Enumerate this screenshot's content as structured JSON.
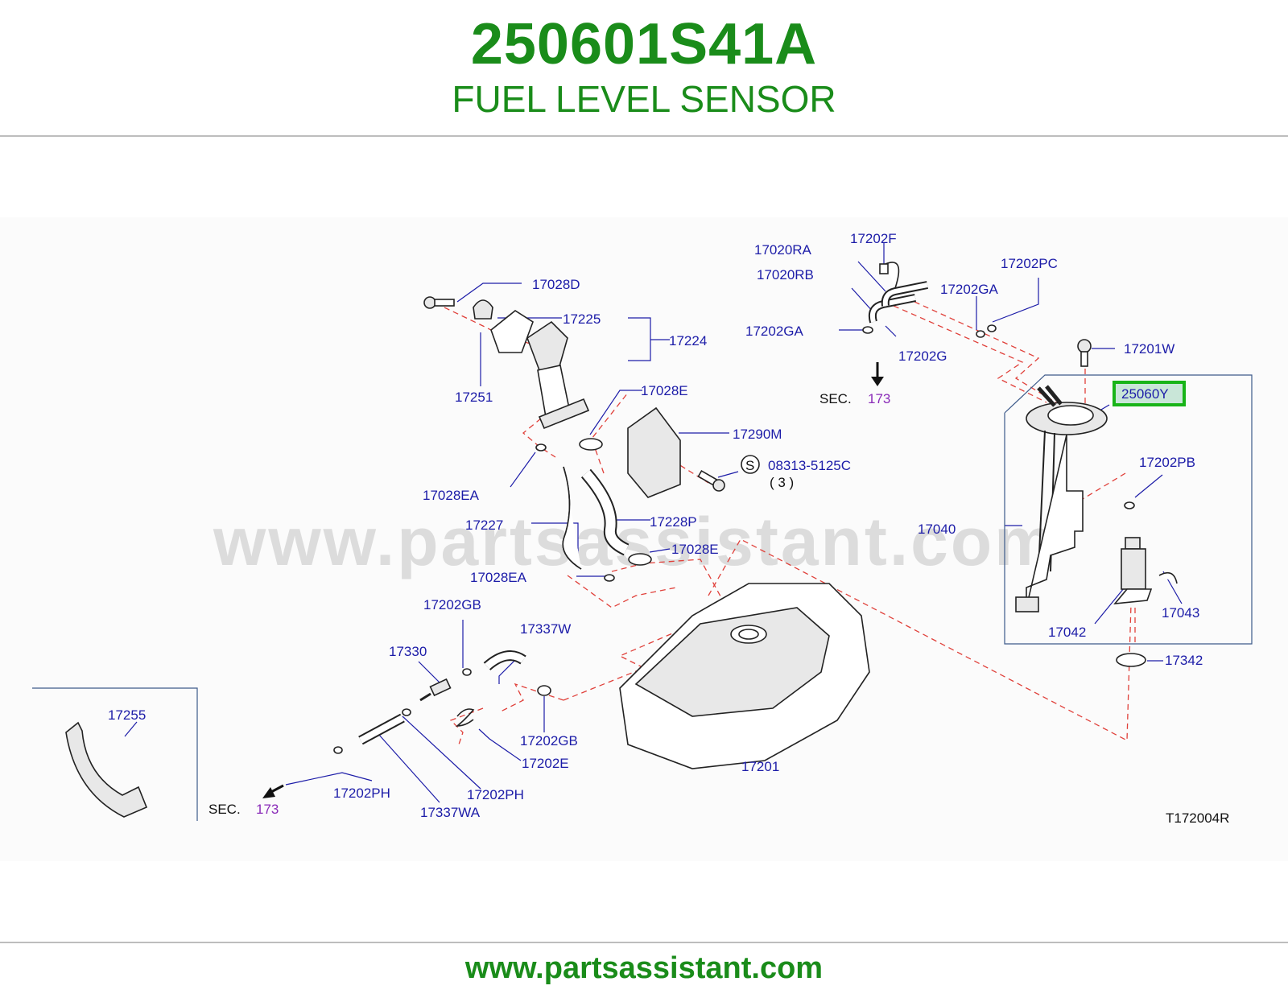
{
  "header": {
    "part_number": "250601S41A",
    "part_name": "FUEL LEVEL SENSOR"
  },
  "footer": {
    "url": "www.partsassistant.com"
  },
  "diagram": {
    "watermark": "www.partsassistant.com",
    "code": "T172004R",
    "highlighted_part": "25060Y",
    "colors": {
      "title": "#1a8c1a",
      "label": "#1c1ca8",
      "ref": "#8a2bb8",
      "highlight": "#18b418"
    },
    "callouts": {
      "p17028D": "17028D",
      "p17225": "17225",
      "p17224": "17224",
      "p17251": "17251",
      "p17028E_top": "17028E",
      "p17290M": "17290M",
      "p08313": "08313-5125C",
      "p08313_qty": "( 3 )",
      "s_symbol": "S",
      "p17028EA_top": "17028EA",
      "p17227": "17227",
      "p17228P": "17228P",
      "p17028E_mid": "17028E",
      "p17028EA_mid": "17028EA",
      "p17020RA": "17020RA",
      "p17020RB": "17020RB",
      "p17202F": "17202F",
      "p17202PC": "17202PC",
      "p17202GA_right": "17202GA",
      "p17202GA_left": "17202GA",
      "p17202G": "17202G",
      "p17201W": "17201W",
      "p25060Y": "25060Y",
      "p17202PB": "17202PB",
      "p17040": "17040",
      "p17043": "17043",
      "p17042": "17042",
      "p17342": "17342",
      "p17202GB_top": "17202GB",
      "p17330": "17330",
      "p17337W": "17337W",
      "p17202GB_bottom": "17202GB",
      "p17202E": "17202E",
      "p17201": "17201",
      "p17255": "17255",
      "p17202PH_left": "17202PH",
      "p17202PH_right": "17202PH",
      "p17337WA": "17337WA",
      "sec_label_top": "SEC.",
      "sec_ref_top": "173",
      "sec_label_bottom": "SEC.",
      "sec_ref_bottom": "173"
    }
  }
}
